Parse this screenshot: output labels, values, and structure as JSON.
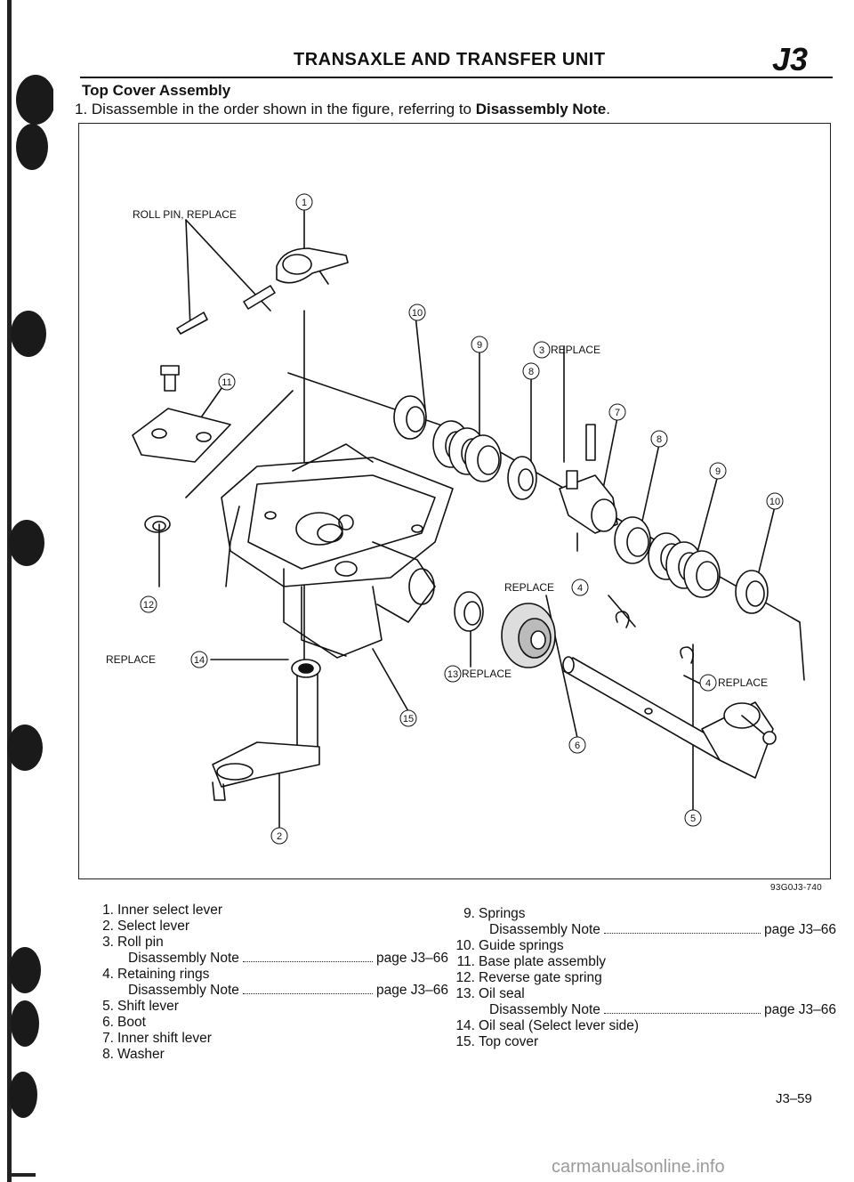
{
  "header": {
    "title": "TRANSAXLE AND TRANSFER UNIT",
    "code": "J3"
  },
  "section_title": "Top Cover Assembly",
  "step": {
    "prefix": "1. Disassemble in the order shown in the figure, referring to ",
    "bold": "Disassembly Note",
    "suffix": "."
  },
  "figure": {
    "code": "93G0J3-740",
    "labels": {
      "roll_pin": "ROLL PIN, REPLACE",
      "replace": "REPLACE"
    },
    "callouts": [
      "1",
      "2",
      "3",
      "4",
      "5",
      "6",
      "7",
      "8",
      "9",
      "10",
      "11",
      "12",
      "13",
      "14",
      "15"
    ]
  },
  "legend_left": [
    {
      "num": "1.",
      "text": "Inner select lever"
    },
    {
      "num": "2.",
      "text": "Select lever"
    },
    {
      "num": "3.",
      "text": "Roll pin",
      "note": {
        "label": "Disassembly Note",
        "page": "page J3–66"
      }
    },
    {
      "num": "4.",
      "text": "Retaining rings",
      "note": {
        "label": "Disassembly Note",
        "page": "page J3–66"
      }
    },
    {
      "num": "5.",
      "text": "Shift lever"
    },
    {
      "num": "6.",
      "text": "Boot"
    },
    {
      "num": "7.",
      "text": "Inner shift lever"
    },
    {
      "num": "8.",
      "text": "Washer"
    }
  ],
  "legend_right": [
    {
      "num": "9.",
      "text": "Springs",
      "note": {
        "label": "Disassembly Note",
        "page": "page J3–66"
      }
    },
    {
      "num": "10.",
      "text": "Guide springs"
    },
    {
      "num": "11.",
      "text": "Base plate assembly"
    },
    {
      "num": "12.",
      "text": "Reverse gate spring"
    },
    {
      "num": "13.",
      "text": "Oil seal",
      "note": {
        "label": "Disassembly Note",
        "page": "page J3–66"
      }
    },
    {
      "num": "14.",
      "text": "Oil seal (Select lever side)"
    },
    {
      "num": "15.",
      "text": "Top cover"
    }
  ],
  "page_number": "J3–59",
  "watermark": "carmanualsonline.info"
}
